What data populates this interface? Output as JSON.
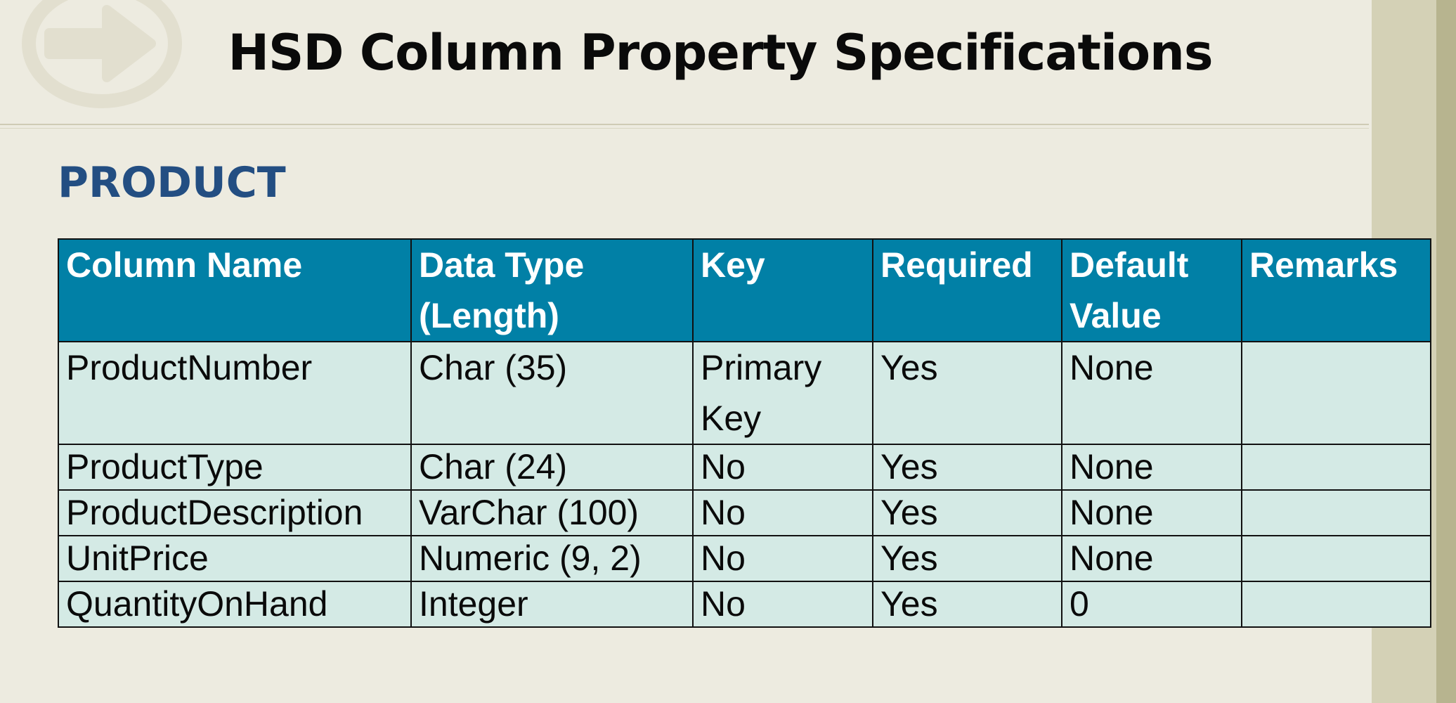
{
  "slide": {
    "title": "HSD Column Property Specifications",
    "subtitle": "PRODUCT"
  },
  "table": {
    "headers": [
      "Column Name",
      "Data Type (Length)",
      "Key",
      "Required",
      "Default Value",
      "Remarks"
    ],
    "rows": [
      [
        "ProductNumber",
        "Char (35)",
        "Primary Key",
        "Yes",
        "None",
        ""
      ],
      [
        "ProductType",
        "Char (24)",
        "No",
        "Yes",
        "None",
        ""
      ],
      [
        "ProductDescription",
        "VarChar (100)",
        "No",
        "Yes",
        "None",
        ""
      ],
      [
        "UnitPrice",
        "Numeric (9, 2)",
        "No",
        "Yes",
        "None",
        ""
      ],
      [
        "QuantityOnHand",
        "Integer",
        "No",
        "Yes",
        "0",
        ""
      ]
    ]
  },
  "colors": {
    "background": "#edebe0",
    "header_fill": "#0180a6",
    "cell_fill": "#d4eae5",
    "subtitle": "#234e82",
    "side_band": "#d4d1b6"
  },
  "icons": [
    "arrow-right-circle-icon"
  ]
}
